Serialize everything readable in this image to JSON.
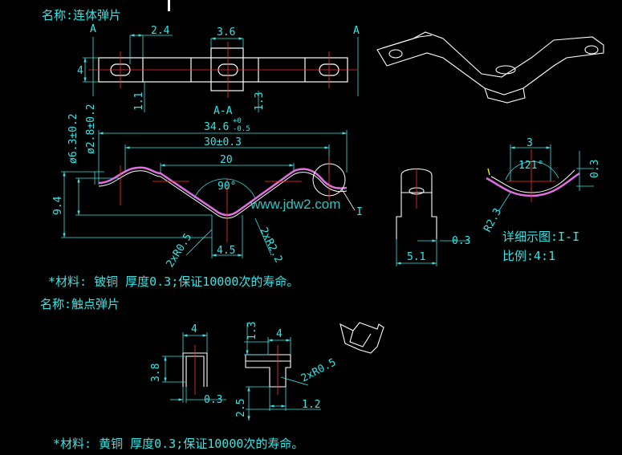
{
  "part1": {
    "title": "名称:连体弹片",
    "section_a_left": "A",
    "section_a_right": "A",
    "section_label": "A-A",
    "dims_top": [
      "2.4",
      "3.6",
      "4",
      "1.1",
      "1.3"
    ],
    "dims_profile": [
      "34.6",
      "+0",
      "-0.5",
      "30±0.3",
      "20",
      "90°",
      "9.4",
      "ø6.3±0.2",
      "ø2.8±0.2",
      "2xR0.5",
      "4.5",
      "2xR2.2"
    ],
    "detail_callout": "I",
    "dims_side": [
      "0.3",
      "5.1"
    ],
    "dims_detail": [
      "3",
      "121°",
      "0.3",
      "R2.3"
    ],
    "detail_label": "详细示图:I-I",
    "detail_scale": "比例:4:1",
    "material_note": "*材料: 铍铜  厚度0.3;保证10000次的寿命。"
  },
  "part2": {
    "title": "名称:触点弹片",
    "dims": [
      "4",
      "3.8",
      "0.3",
      "1.3",
      "4",
      "2.5",
      "1.2",
      "2xR0.5"
    ],
    "material_note": "*材料: 黄铜  厚度0.3;保证10000次的寿命。"
  },
  "watermark": "www.jdw2.com",
  "colors": {
    "background": "#000000",
    "dimension": "#33e6e6",
    "outline": "#ffffff",
    "centerline": "#ff3030",
    "spring": "#e070e0",
    "annotation": "#f0f000"
  }
}
